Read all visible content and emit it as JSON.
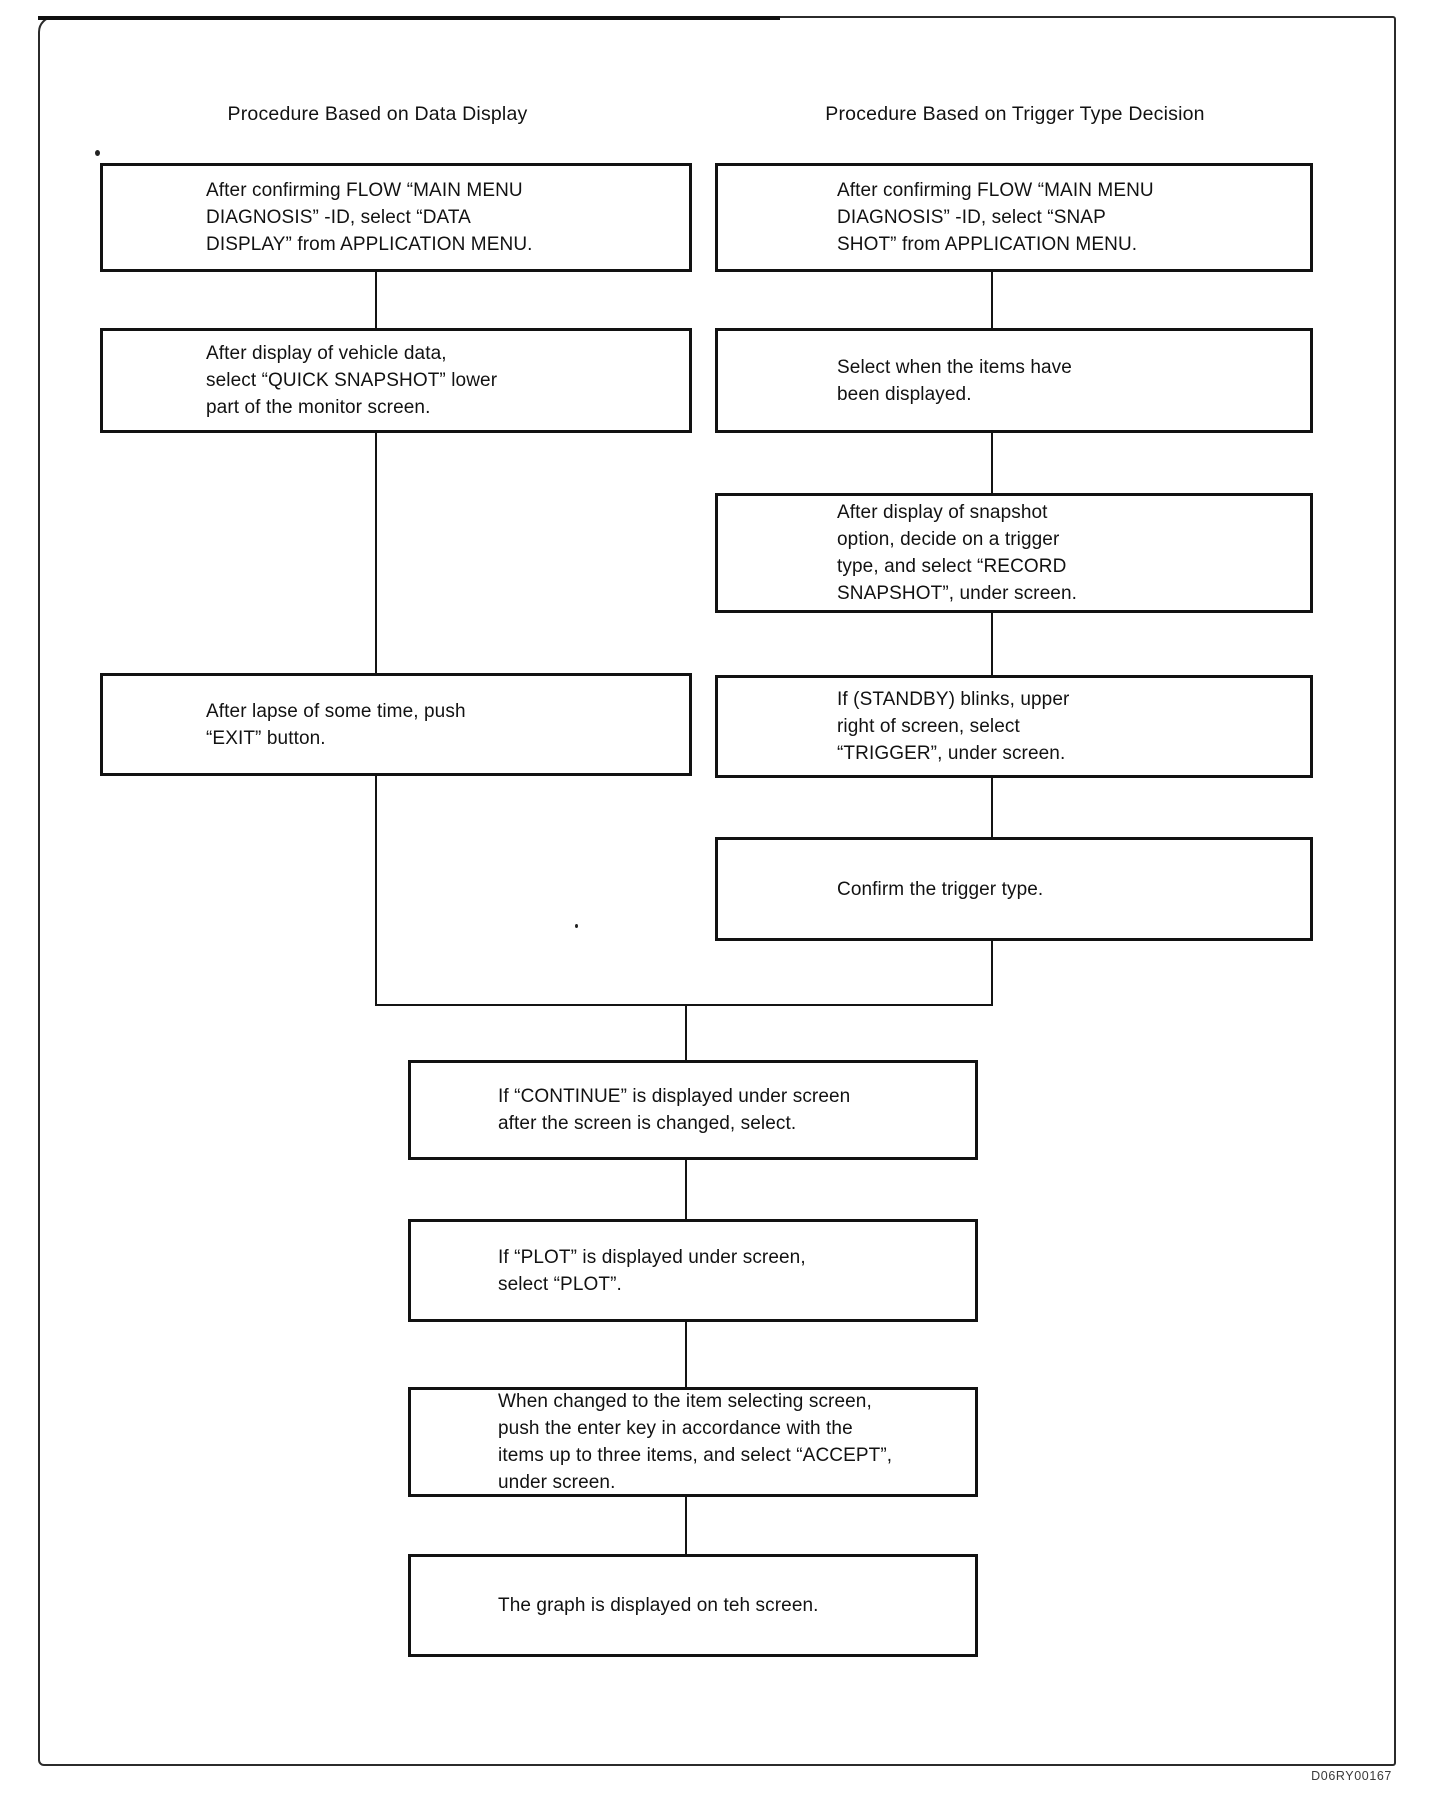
{
  "document": {
    "code": "D06RY00167"
  },
  "flowchart": {
    "left_header": "Procedure Based on Data Display",
    "right_header": "Procedure Based on Trigger Type Decision",
    "left_boxes": [
      {
        "name": "data-display-start",
        "lines": [
          "After confirming FLOW “MAIN MENU",
          "DIAGNOSIS” -ID, select “DATA",
          "DISPLAY” from APPLICATION MENU."
        ]
      },
      {
        "name": "quick-snapshot",
        "lines": [
          "After display of vehicle data,",
          "select “QUICK SNAPSHOT” lower",
          "part of the monitor screen."
        ]
      },
      {
        "name": "exit-button",
        "lines": [
          "After lapse of some time, push",
          "“EXIT” button."
        ]
      }
    ],
    "right_boxes": [
      {
        "name": "snapshot-start",
        "lines": [
          "After confirming FLOW “MAIN MENU",
          "DIAGNOSIS” -ID, select “SNAP",
          "SHOT” from APPLICATION MENU."
        ]
      },
      {
        "name": "select-items",
        "lines": [
          "Select when the items have",
          "been displayed."
        ]
      },
      {
        "name": "record-snapshot",
        "lines": [
          "After display of snapshot",
          "option, decide on a trigger",
          "type, and select “RECORD",
          "SNAPSHOT”, under screen."
        ]
      },
      {
        "name": "standby-trigger",
        "lines": [
          "If (STANDBY) blinks, upper",
          "right of screen, select",
          "“TRIGGER”, under screen."
        ]
      },
      {
        "name": "confirm-trigger",
        "lines": [
          "Confirm the trigger type."
        ]
      }
    ],
    "merged_boxes": [
      {
        "name": "continue",
        "lines": [
          "If “CONTINUE” is displayed under screen",
          "after the screen is changed, select."
        ]
      },
      {
        "name": "plot",
        "lines": [
          "If “PLOT” is displayed under screen,",
          "select “PLOT”."
        ]
      },
      {
        "name": "accept-items",
        "lines": [
          "When changed to the item selecting screen,",
          "push the enter key in accordance with the",
          "items up to three items, and select “ACCEPT”,",
          "under screen."
        ]
      },
      {
        "name": "graph-displayed",
        "lines": [
          "The graph is displayed on teh screen."
        ]
      }
    ]
  }
}
